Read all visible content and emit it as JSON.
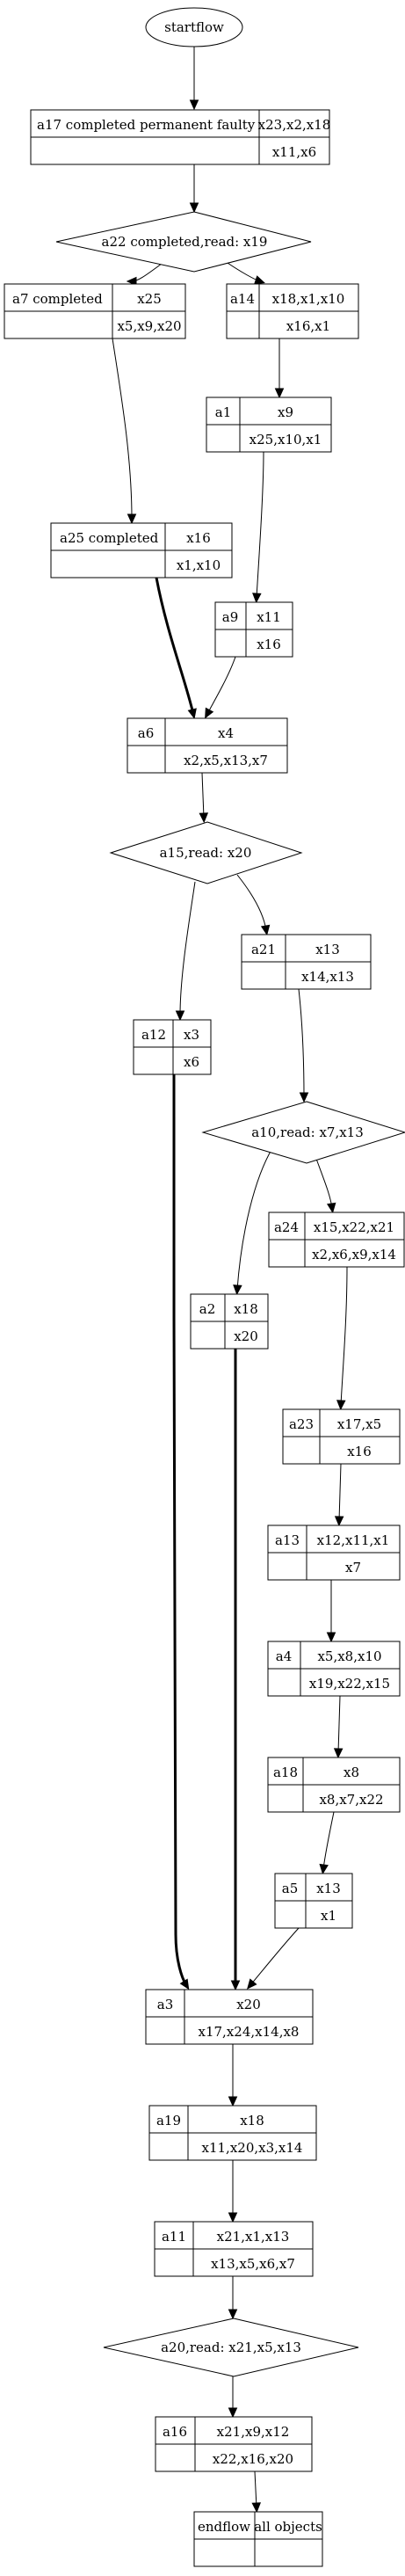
{
  "start": "startflow",
  "end": {
    "left": "endflow",
    "right": "all objects"
  },
  "nodes": {
    "a17": {
      "id": "a17",
      "label": "a17 completed permanent faulty",
      "top": "x23,x2,x18",
      "bottom": "x11,x6"
    },
    "a22": {
      "id": "a22",
      "label": "a22 completed,read: x19"
    },
    "a7": {
      "id": "a7",
      "label": "a7 completed",
      "top": "x25",
      "bottom": "x5,x9,x20"
    },
    "a14": {
      "id": "a14",
      "label": "a14",
      "top": "x18,x1,x10",
      "bottom": "x16,x1"
    },
    "a1": {
      "id": "a1",
      "label": "a1",
      "top": "x9",
      "bottom": "x25,x10,x1"
    },
    "a25": {
      "id": "a25",
      "label": "a25 completed",
      "top": "x16",
      "bottom": "x1,x10"
    },
    "a9": {
      "id": "a9",
      "label": "a9",
      "top": "x11",
      "bottom": "x16"
    },
    "a6": {
      "id": "a6",
      "label": "a6",
      "top": "x4",
      "bottom": "x2,x5,x13,x7"
    },
    "a15": {
      "id": "a15",
      "label": "a15,read: x20"
    },
    "a21": {
      "id": "a21",
      "label": "a21",
      "top": "x13",
      "bottom": "x14,x13"
    },
    "a12": {
      "id": "a12",
      "label": "a12",
      "top": "x3",
      "bottom": "x6"
    },
    "a10": {
      "id": "a10",
      "label": "a10,read: x7,x13"
    },
    "a24": {
      "id": "a24",
      "label": "a24",
      "top": "x15,x22,x21",
      "bottom": "x2,x6,x9,x14"
    },
    "a2": {
      "id": "a2",
      "label": "a2",
      "top": "x18",
      "bottom": "x20"
    },
    "a23": {
      "id": "a23",
      "label": "a23",
      "top": "x17,x5",
      "bottom": "x16"
    },
    "a13": {
      "id": "a13",
      "label": "a13",
      "top": "x12,x11,x1",
      "bottom": "x7"
    },
    "a4": {
      "id": "a4",
      "label": "a4",
      "top": "x5,x8,x10",
      "bottom": "x19,x22,x15"
    },
    "a18": {
      "id": "a18",
      "label": "a18",
      "top": "x8",
      "bottom": "x8,x7,x22"
    },
    "a5": {
      "id": "a5",
      "label": "a5",
      "top": "x13",
      "bottom": "x1"
    },
    "a3": {
      "id": "a3",
      "label": "a3",
      "top": "x20",
      "bottom": "x17,x24,x14,x8"
    },
    "a19": {
      "id": "a19",
      "label": "a19",
      "top": "x18",
      "bottom": "x11,x20,x3,x14"
    },
    "a11": {
      "id": "a11",
      "label": "a11",
      "top": "x21,x1,x13",
      "bottom": "x13,x5,x6,x7"
    },
    "a20": {
      "id": "a20",
      "label": "a20,read: x21,x5,x13"
    },
    "a16": {
      "id": "a16",
      "label": "a16",
      "top": "x21,x9,x12",
      "bottom": "x22,x16,x20"
    }
  },
  "edges": [
    {
      "from": "start",
      "to": "a17",
      "bold": false
    },
    {
      "from": "a17",
      "to": "a22",
      "bold": false
    },
    {
      "from": "a22",
      "to": "a7",
      "bold": false
    },
    {
      "from": "a22",
      "to": "a14",
      "bold": false
    },
    {
      "from": "a14",
      "to": "a1",
      "bold": false
    },
    {
      "from": "a7",
      "to": "a25",
      "bold": false
    },
    {
      "from": "a1",
      "to": "a9",
      "bold": false
    },
    {
      "from": "a25",
      "to": "a6",
      "bold": true
    },
    {
      "from": "a9",
      "to": "a6",
      "bold": false
    },
    {
      "from": "a6",
      "to": "a15",
      "bold": false
    },
    {
      "from": "a15",
      "to": "a12",
      "bold": false
    },
    {
      "from": "a15",
      "to": "a21",
      "bold": false
    },
    {
      "from": "a21",
      "to": "a10",
      "bold": false
    },
    {
      "from": "a10",
      "to": "a2",
      "bold": false
    },
    {
      "from": "a10",
      "to": "a24",
      "bold": false
    },
    {
      "from": "a24",
      "to": "a23",
      "bold": false
    },
    {
      "from": "a23",
      "to": "a13",
      "bold": false
    },
    {
      "from": "a13",
      "to": "a4",
      "bold": false
    },
    {
      "from": "a4",
      "to": "a18",
      "bold": false
    },
    {
      "from": "a18",
      "to": "a5",
      "bold": false
    },
    {
      "from": "a12",
      "to": "a3",
      "bold": true
    },
    {
      "from": "a2",
      "to": "a3",
      "bold": true
    },
    {
      "from": "a5",
      "to": "a3",
      "bold": false
    },
    {
      "from": "a3",
      "to": "a19",
      "bold": false
    },
    {
      "from": "a19",
      "to": "a11",
      "bold": false
    },
    {
      "from": "a11",
      "to": "a20",
      "bold": false
    },
    {
      "from": "a20",
      "to": "a16",
      "bold": false
    },
    {
      "from": "a16",
      "to": "end",
      "bold": false
    }
  ]
}
